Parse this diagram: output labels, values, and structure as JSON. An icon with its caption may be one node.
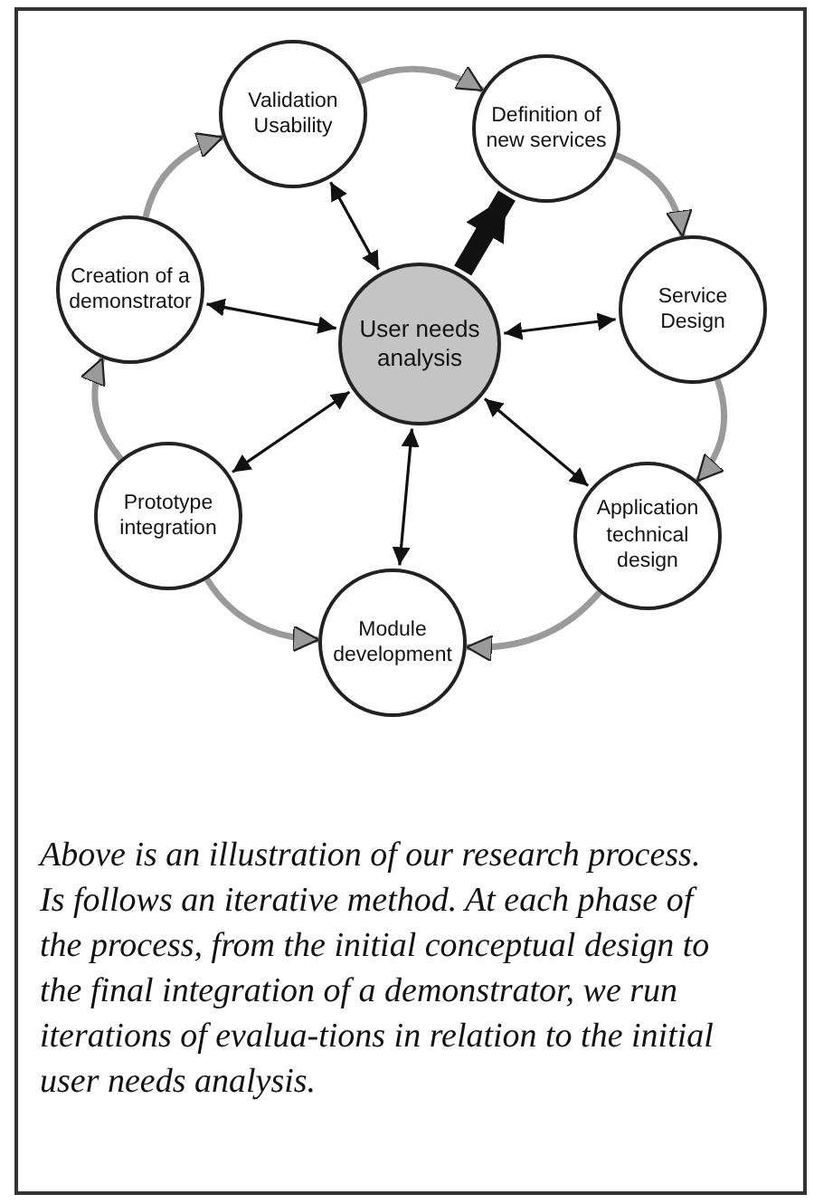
{
  "diagram": {
    "nodes": [
      {
        "text": [
          "Validation Usability"
        ]
      },
      {
        "text": [
          "Definition of new services"
        ]
      },
      {
        "text": [
          "Creation of a demonstrator"
        ]
      },
      {
        "text": [
          "User needs analysis"
        ]
      },
      {
        "text": [
          "Service Design"
        ]
      },
      {
        "text": [
          "Prototype integration"
        ]
      },
      {
        "text": [
          "Application technical design"
        ]
      },
      {
        "text": [
          "Module development"
        ]
      }
    ],
    "edges": [
      {
        "from": 3,
        "to": 0,
        "arrow": "both"
      },
      {
        "from": 3,
        "to": 1,
        "arrow": "to",
        "style": "thick"
      },
      {
        "from": 3,
        "to": 2,
        "arrow": "both"
      },
      {
        "from": 3,
        "to": 4,
        "arrow": "both"
      },
      {
        "from": 3,
        "to": 5,
        "arrow": "both"
      },
      {
        "from": 3,
        "to": 6,
        "arrow": "both"
      },
      {
        "from": 3,
        "to": 7,
        "arrow": "both"
      },
      {
        "from": 0,
        "to": 1,
        "arrow": "to",
        "color": "#9a9a9a"
      },
      {
        "from": 1,
        "to": 4,
        "arrow": "to",
        "color": "#9a9a9a"
      },
      {
        "from": 4,
        "to": 6,
        "arrow": "to",
        "color": "#9a9a9a"
      },
      {
        "from": 6,
        "to": 7,
        "arrow": "to",
        "color": "#9a9a9a"
      },
      {
        "from": 5,
        "to": 7,
        "arrow": "to",
        "color": "#9a9a9a"
      },
      {
        "from": 5,
        "to": 2,
        "arrow": "to",
        "color": "#9a9a9a"
      },
      {
        "from": 2,
        "to": 0,
        "arrow": "to",
        "color": "#9a9a9a"
      }
    ],
    "caption": "Above is an illustration of our research process. Is follows an iterative method. At each phase of the process, from the initial conceptual design to the final integration of a demonstrator, we run iterations of evalua-tions in relation to the initial user needs analysis."
  }
}
